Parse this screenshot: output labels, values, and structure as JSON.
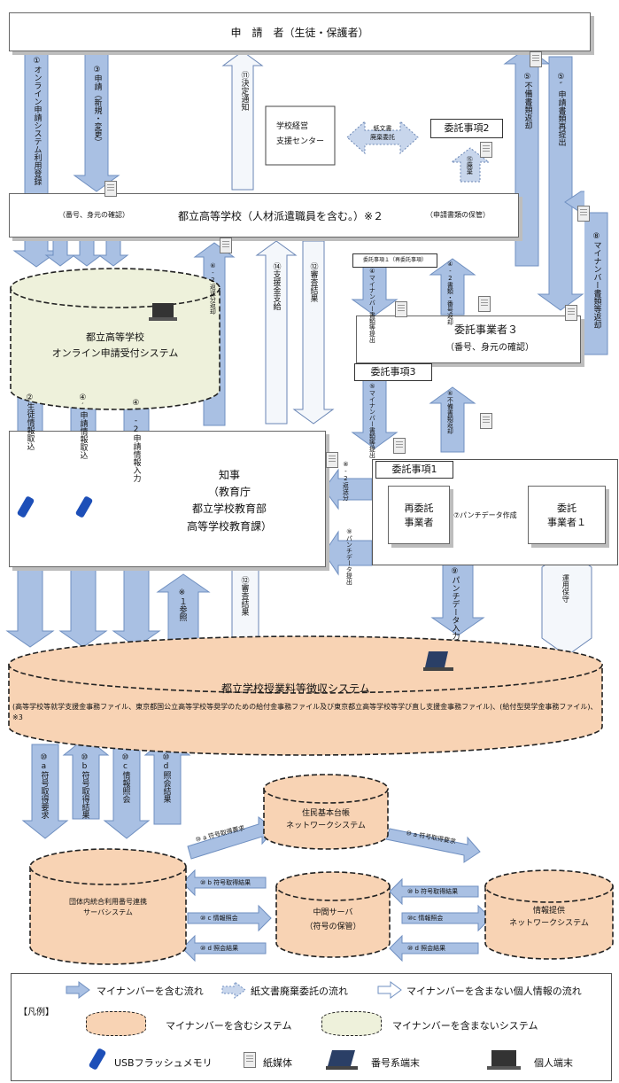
{
  "colors": {
    "my_number_flow": "#9fb9dd",
    "no_my_number_flow": "#e8eef7",
    "system_fill": "#f8d3b4",
    "nonmy_system_fill": "#eef1db"
  },
  "boxes": {
    "applicant": "申　請　者（生徒・保護者）",
    "school": "都立高等学校（人材派遣職員を含む。）※２",
    "school_left_note": "（番号、身元の確認）",
    "school_right_note": "（申請書類の保管）",
    "support_center_l1": "学校経営",
    "support_center_l2": "支援センター",
    "disposal": "紙文書\n廃棄委託",
    "itaku2": "委託事項2",
    "itaku3": "委託事項3",
    "itaku1": "委託事項1",
    "contractor3_l1": "委託事業者３",
    "contractor3_l2": "（番号、身元の確認）",
    "governor_l1": "知事",
    "governor_l2": "（教育庁",
    "governor_l3": "都立学校教育部",
    "governor_l4": "高等学校教育課）",
    "resubcontractor_l1": "再委託",
    "resubcontractor_l2": "事業者",
    "contractor1_l1": "委託",
    "contractor1_l2": "事業者１",
    "punch_label": "⑦パンチデータ作成",
    "itaku1_small": "委託事項１（再委託事項）"
  },
  "systems": {
    "online_l1": "都立高等学校",
    "online_l2": "オンライン申請受付システム",
    "main_title": "都立学校授業料等徴収システム",
    "main_desc": "(高等学校等就学支援金事務ファイル、東京都国公立高等学校等奨学のための給付金事務ファイル及び東京都立高等学校等学び直し支援金事務ファイル)、(給付型奨学金事務ファイル)、※3",
    "juki_l1": "住民基本台帳",
    "juki_l2": "ネットワークシステム",
    "dantai_l1": "団体内統合利用番号連携",
    "dantai_l2": "サーバシステム",
    "chukan_l1": "中間サーバ",
    "chukan_l2": "（符号の保管）",
    "joho_l1": "情報提供",
    "joho_l2": "ネットワークシステム"
  },
  "flows": {
    "f1": "①オンライン申請システム利用登録",
    "f3": "③申請（新規・変更）",
    "f11": "⑪決定通知",
    "f5": "⑤不備書類返却",
    "f5b": "⑤″申請書類再提出",
    "f15": "⑮廃棄",
    "f8": "⑧マイナンバー書類等返却",
    "f2": "②生徒情報取込",
    "f4p": "④′申請情報取込",
    "f4pp": "④′-2申請情報入力",
    "f6_2": "⑥-2返送分返却",
    "f14": "⑭支援金支給",
    "f12a": "⑫審査結果",
    "f4": "④マイナンバー書類等提出",
    "f4_2": "④-2書類・番号返却",
    "f5p": "⑤マイナンバー書類等提出",
    "f6": "⑥不備書類返却",
    "f8_2": "⑧-2返送分",
    "f9": "⑨パンチデータ提出",
    "f9b": "⑨パンチデータ入力",
    "unyo": "運用保守",
    "ref1": "※１参照",
    "f12b": "⑫審査結果",
    "s10a": "⑩a符号取得要求",
    "s10b": "⑩b符号取得結果",
    "s10c": "⑩c情報照会",
    "s10d": "⑩d照会結果",
    "m_a": "⑩ a 符号取得要求",
    "m_b": "⑩ b 符号取得結果",
    "m_c": "⑩ c 情報照会",
    "m_d": "⑩ d 照会結果",
    "r_a": "⑩ a 符号取得要求",
    "r_b": "⑩ b 符号取得結果",
    "r_c": "⑩c 情報照会",
    "r_d": "⑩ d 照会結果"
  },
  "legend": {
    "title": "【凡例】",
    "mynum_flow": "マイナンバーを含む流れ",
    "paper_flow": "紙文書廃棄委託の流れ",
    "nomy_flow": "マイナンバーを含まない個人情報の流れ",
    "mynum_sys": "マイナンバーを含むシステム",
    "nomy_sys": "マイナンバーを含まないシステム",
    "usb": "USBフラッシュメモリ",
    "paper": "紙媒体",
    "numterm": "番号系端末",
    "personal": "個人端末"
  }
}
